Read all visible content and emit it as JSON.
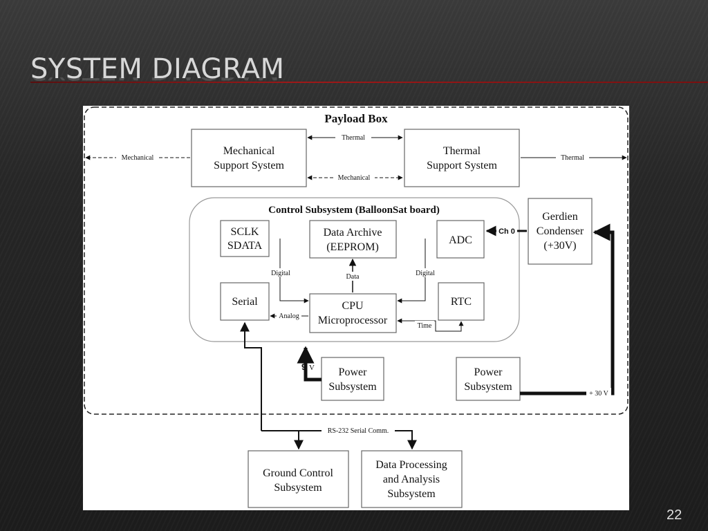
{
  "slide": {
    "title": "SYSTEM DIAGRAM",
    "number": "22"
  },
  "diagram": {
    "payload_box": "Payload Box",
    "mechanical_support": [
      "Mechanical",
      "Support System"
    ],
    "thermal_support": [
      "Thermal",
      "Support System"
    ],
    "control_subsystem": "Control Subsystem (BalloonSat board)",
    "sclk_sdata": [
      "SCLK",
      "SDATA"
    ],
    "data_archive": [
      "Data Archive",
      "(EEPROM)"
    ],
    "adc": "ADC",
    "serial": "Serial",
    "cpu": [
      "CPU",
      "Microprocessor"
    ],
    "rtc": "RTC",
    "gerdien": [
      "Gerdien",
      "Condenser",
      "(+30V)"
    ],
    "power_subsystem_1": [
      "Power",
      "Subsystem"
    ],
    "power_subsystem_2": [
      "Power",
      "Subsystem"
    ],
    "ground_control": [
      "Ground Control",
      "Subsystem"
    ],
    "data_processing": [
      "Data Processing",
      "and Analysis",
      "Subsystem"
    ],
    "labels": {
      "thermal_top": "Thermal",
      "mechanical_mid": "Mechanical",
      "mechanical_left": "Mechanical",
      "thermal_right": "Thermal",
      "ch0": "Ch 0",
      "digital_left": "Digital",
      "digital_right": "Digital",
      "data": "Data",
      "analog": "Analog",
      "time": "Time",
      "nine": "9",
      "volt": "V",
      "plus30v": "+ 30 V",
      "rs232": "RS-232 Serial Comm."
    }
  }
}
